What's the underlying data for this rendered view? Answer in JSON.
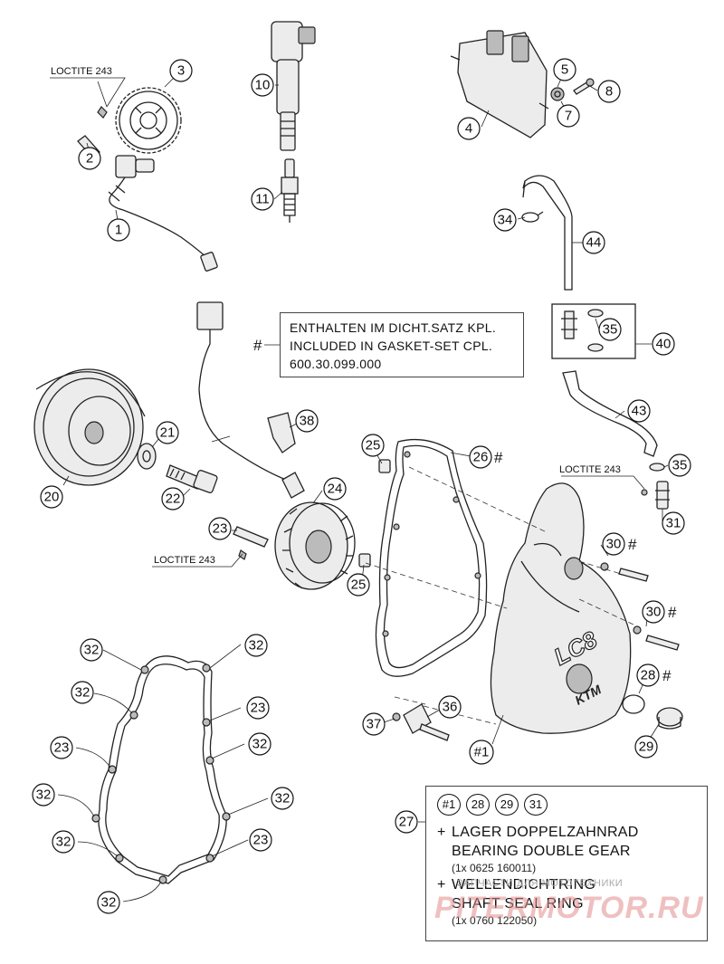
{
  "callouts": {
    "c1": "1",
    "c2": "2",
    "c3": "3",
    "c4": "4",
    "c5": "5",
    "c7": "7",
    "c8": "8",
    "c10": "10",
    "c11": "11",
    "c20": "20",
    "c21": "21",
    "c22": "22",
    "c23": "23",
    "c24": "24",
    "c25": "25",
    "c26": "26",
    "c27": "27",
    "c28": "28",
    "c29": "29",
    "c30": "30",
    "c31": "31",
    "c32": "32",
    "c34": "34",
    "c35": "35",
    "c36": "36",
    "c37": "37",
    "c38": "38",
    "c40": "40",
    "c43": "43",
    "c44": "44",
    "ref1": "#1"
  },
  "hash": "#",
  "loctite": "LOCTITE 243",
  "gasket_note": {
    "line1": "ENTHALTEN IM DICHT.SATZ KPL.",
    "line2": "INCLUDED IN GASKET-SET CPL.",
    "line3": "600.30.099.000"
  },
  "kit_note": {
    "refs": [
      "#1",
      "28",
      "29",
      "31"
    ],
    "plus": "+",
    "item1_de": "LAGER DOPPELZAHNRAD",
    "item1_en": "BEARING DOUBLE GEAR",
    "item1_pn": "(1x 0625 160011)",
    "item2_de": "WELLENDICHTRING",
    "item2_en": "SHAFT SEAL RING",
    "item2_pn": "(1x 0760 122050)"
  },
  "cover_logo": "LC8",
  "cover_brand": "KTM",
  "watermark": {
    "small": "ЗАПЧАСТИ ДЛЯ МОТОТЕХНИКИ",
    "large": "PITERMOTOR.RU"
  }
}
